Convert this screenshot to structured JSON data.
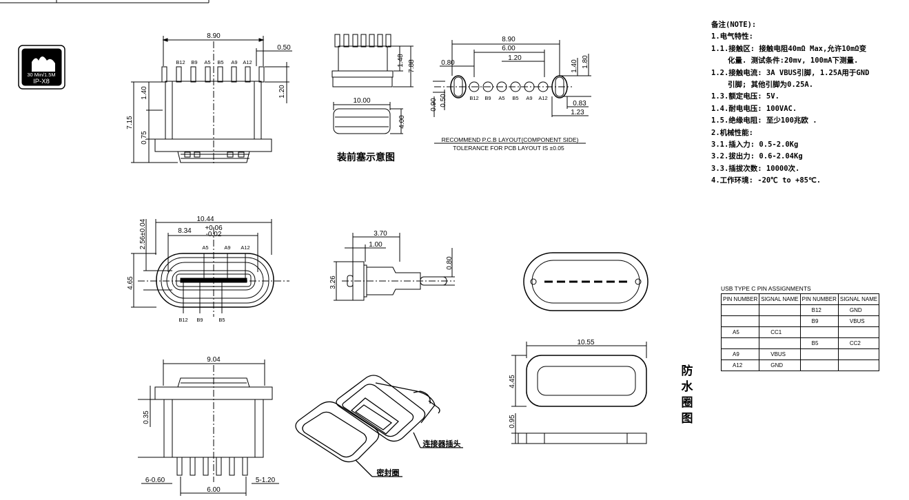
{
  "drawing": {
    "rating_icon": {
      "icon": "waterproof-rating-icon",
      "line1": "30 Min/1.5M",
      "line2": "IP-X8"
    },
    "top_front": {
      "width": "8.90",
      "pin_w": "0.50",
      "h_total": "7.15",
      "h1": "1.40",
      "h2": "0.75",
      "h3": "1.20",
      "pins": [
        "B12",
        "B9",
        "A5",
        "B5",
        "A9",
        "A12"
      ]
    },
    "assembly": {
      "w": "10.00",
      "h1": "1.48",
      "h2": "7.88",
      "h3": "4.00",
      "caption": "装前塞示意图"
    },
    "pcb": {
      "d1": "8.90",
      "d2": "6.00",
      "d3": "1.20",
      "d4": "0.80",
      "d5": "1.40",
      "d6": "1.80",
      "d7": "0.90",
      "d8": "0.50",
      "d9": "0.83",
      "d10": "1.23",
      "pins": [
        "B12",
        "B9",
        "A5",
        "B5",
        "A9",
        "A12"
      ],
      "caption1": "RECOMMEND P.C.B LAYOUT(COMPONENT SIDE)",
      "caption2": "TOLERANCE FOR PCB LAYOUT IS ±0.05"
    },
    "face": {
      "w1": "10.44",
      "w2": "8.34",
      "tol_up": "+0.06",
      "tol_dn": "-0.02",
      "h1": "2.56±0.04",
      "h2": "4.65",
      "top_pins": [
        "A5",
        "A9",
        "A12"
      ],
      "bot_pins": [
        "B12",
        "B9",
        "B5"
      ]
    },
    "side": {
      "w1": "3.70",
      "w2": "1.00",
      "h1": "0.80",
      "h2": "3.26"
    },
    "bottom": {
      "w": "9.04",
      "h": "0.35",
      "p1": "6-0.60",
      "p2": "6.00",
      "p3": "5-1.20"
    },
    "iso": {
      "label1": "连接器插头",
      "label2": "密封圈"
    },
    "gasket": {
      "w": "10.55",
      "h1": "4.45",
      "h2": "0.95"
    },
    "gasket_label": [
      "防",
      "水",
      "圈",
      "图"
    ]
  },
  "notes": [
    {
      "t": "备注(NOTE):",
      "ind": false
    },
    {
      "t": "1.电气特性:",
      "ind": false
    },
    {
      "t": "1.1.接触区: 接触电阻40mΩ Max,允许10mΩ变",
      "ind": false
    },
    {
      "t": "化量. 测试条件:20mv, 100mA下测量.",
      "ind": true
    },
    {
      "t": "1.2.接触电流: 3A VBUS引脚, 1.25A用于GND",
      "ind": false
    },
    {
      "t": "引脚; 其他引脚为0.25A.",
      "ind": true
    },
    {
      "t": "1.3.额定电压: 5V.",
      "ind": false
    },
    {
      "t": "1.4.耐电电压: 100VAC.",
      "ind": false
    },
    {
      "t": "1.5.绝缘电阻: 至少100兆欧 .",
      "ind": false
    },
    {
      "t": "2.机械性能:",
      "ind": false
    },
    {
      "t": "3.1.插入力: 0.5-2.0Kg",
      "ind": false
    },
    {
      "t": "3.2.拔出力: 0.6-2.04Kg",
      "ind": false
    },
    {
      "t": "3.3.插拔次数: 10000次.",
      "ind": false
    },
    {
      "t": "4.工作环境: -20℃ to +85℃.",
      "ind": false
    }
  ],
  "pin_table": {
    "title": "USB TYPE C PIN ASSIGNMENTS",
    "headers": [
      "PIN NUMBER",
      "SIGNAL NAME",
      "PIN NUMBER",
      "SIGNAL NAME"
    ],
    "rows": [
      [
        "",
        "",
        "B12",
        "GND"
      ],
      [
        "",
        "",
        "B9",
        "VBUS"
      ],
      [
        "A5",
        "CC1",
        "",
        ""
      ],
      [
        "",
        "",
        "B5",
        "CC2"
      ],
      [
        "A9",
        "VBUS",
        "",
        ""
      ],
      [
        "A12",
        "GND",
        "",
        ""
      ]
    ]
  }
}
